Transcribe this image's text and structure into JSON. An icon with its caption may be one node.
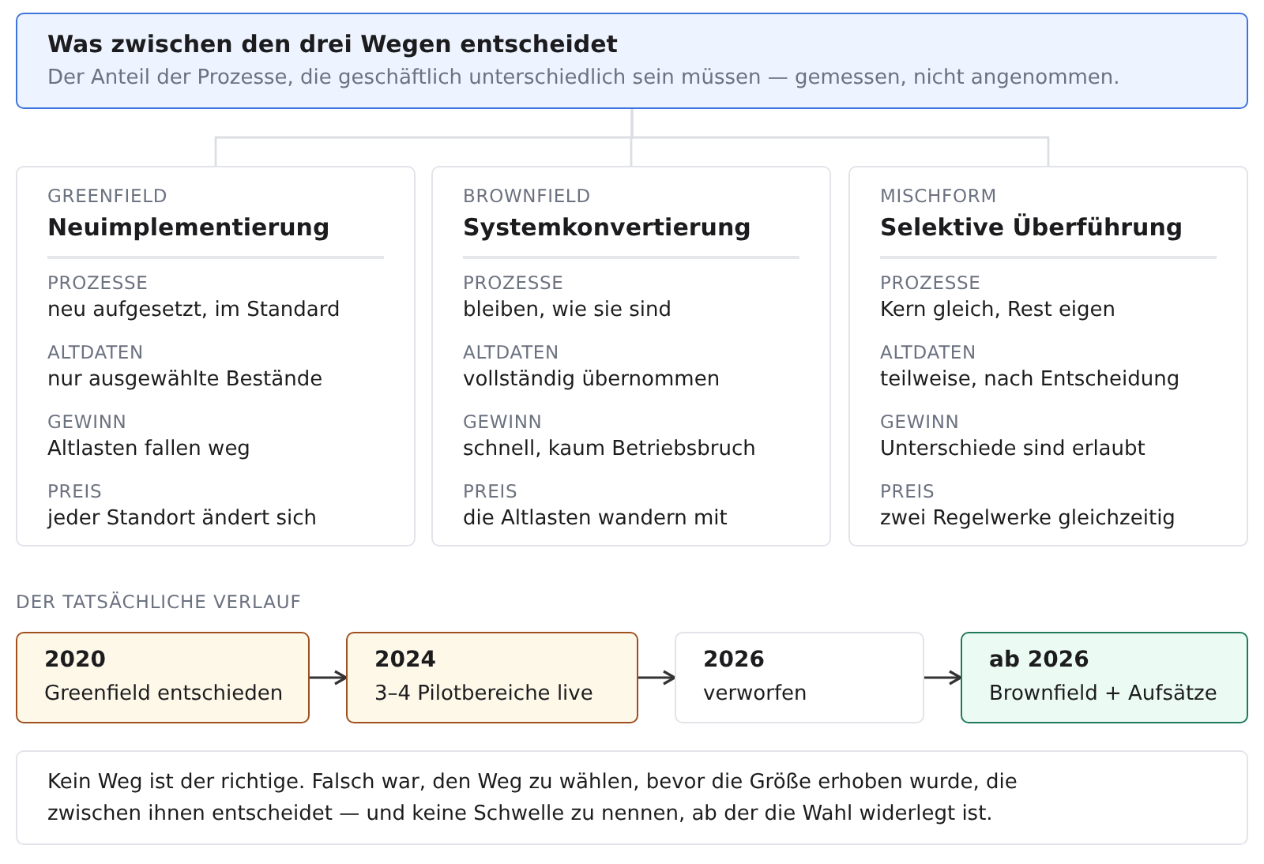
{
  "diagram": {
    "nodes": [
      {
        "text": [
          "Was zwischen den drei Wegen entscheidet",
          "Der Anteil der Prozesse, die geschäftlich unterschiedlich sein müssen — gemessen, nicht angenommen."
        ]
      },
      {
        "text": [
          "GREENFIELD",
          "Neuimplementierung",
          "PROZESSE",
          "neu aufgesetzt, im Standard",
          "ALTDATEN",
          "nur ausgewählte Bestände",
          "GEWINN",
          "Altlasten fallen weg",
          "PREIS",
          "jeder Standort ändert sich"
        ]
      },
      {
        "text": [
          "BROWNFIELD",
          "Systemkonvertierung",
          "PROZESSE",
          "bleiben, wie sie sind",
          "ALTDATEN",
          "vollständig übernommen",
          "GEWINN",
          "schnell, kaum Betriebsbruch",
          "PREIS",
          "die Altlasten wandern mit"
        ]
      },
      {
        "text": [
          "MISCHFORM",
          "Selektive Überführung",
          "PROZESSE",
          "Kern gleich, Rest eigen",
          "ALTDATEN",
          "teilweise, nach Entscheidung",
          "GEWINN",
          "Unterschiede sind erlaubt",
          "PREIS",
          "zwei Regelwerke gleichzeitig"
        ]
      },
      {
        "text": [
          "2020",
          "Greenfield entschieden"
        ]
      },
      {
        "text": [
          "2024",
          "3–4 Pilotbereiche live"
        ]
      },
      {
        "text": [
          "2026",
          "verworfen"
        ]
      },
      {
        "text": [
          "ab 2026",
          "Brownfield + Aufsätze"
        ]
      },
      {
        "text": [
          "Kein Weg ist der richtige. Falsch war, den Weg zu wählen, bevor die Größe erhoben wurde, die zwischen ihnen entscheidet — und keine Schwelle zu nennen, ab der die Wahl widerlegt ist."
        ]
      }
    ],
    "edges": [
      {
        "from": 0,
        "to": 1,
        "arrow": "none"
      },
      {
        "from": 0,
        "to": 2,
        "arrow": "none"
      },
      {
        "from": 0,
        "to": 3,
        "arrow": "none"
      },
      {
        "from": 4,
        "to": 5,
        "arrow": "to",
        "color": "#333333"
      },
      {
        "from": 5,
        "to": 6,
        "arrow": "to",
        "color": "#333333"
      },
      {
        "from": 6,
        "to": 7,
        "arrow": "to",
        "color": "#333333"
      }
    ],
    "labels": [
      "DER TATSÄCHLICHE VERLAUF"
    ]
  }
}
